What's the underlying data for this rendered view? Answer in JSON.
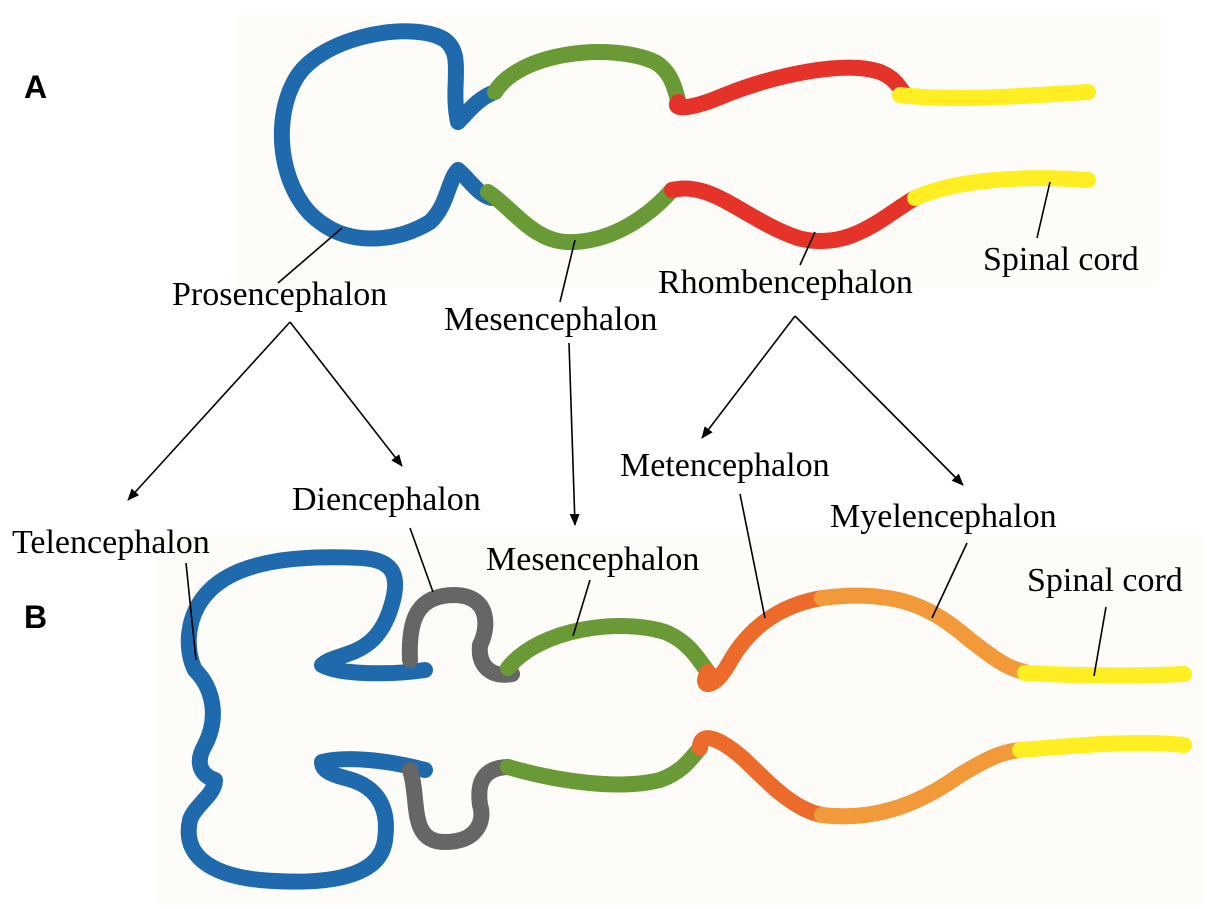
{
  "panels": {
    "a": "A",
    "b": "B"
  },
  "colors": {
    "prosencephalon": "#1f6aad",
    "diencephalon": "#666666",
    "mesencephalon": "#6a9a35",
    "rhombencephalon": "#e6332a",
    "metencephalon": "#ec6a2a",
    "myelencephalon": "#f29a3a",
    "spinal_cord": "#ffee22",
    "background": "#fdfcf9"
  },
  "labels": {
    "a_prosencephalon": "Prosencephalon",
    "a_mesencephalon": "Mesencephalon",
    "a_rhombencephalon": "Rhombencephalon",
    "a_spinal_cord": "Spinal cord",
    "b_telencephalon": "Telencephalon",
    "b_diencephalon": "Diencephalon",
    "b_mesencephalon": "Mesencephalon",
    "b_metencephalon": "Metencephalon",
    "b_myelencephalon": "Myelencephalon",
    "b_spinal_cord": "Spinal cord"
  }
}
